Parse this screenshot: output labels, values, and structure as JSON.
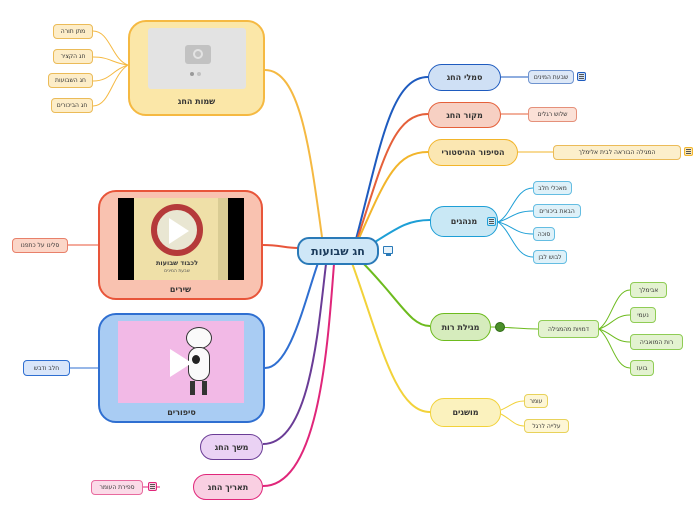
{
  "central": {
    "title": "חג שבועות"
  },
  "right_branches": [
    {
      "label": "סמלי החג",
      "children": [
        "שבעת המינים"
      ]
    },
    {
      "label": "מקור החג",
      "children": [
        "שלוש רגלים"
      ]
    },
    {
      "label": "הסיפור ההיסטורי",
      "children": [
        "המגילה הבוראה לבית אלימלך"
      ]
    },
    {
      "label": "מנהגים",
      "children": [
        "מאכלי חלב",
        "הבאת ביכורים",
        "סוכה",
        "לבוש לבן"
      ]
    },
    {
      "label": "מגילת רות",
      "middle": "דמויות מהמגילה",
      "children": [
        "אבימלך",
        "נעמי",
        "רות המואביה",
        "בועז"
      ]
    },
    {
      "label": "מושגים",
      "children": [
        "עומר",
        "עלייה לרגל"
      ]
    }
  ],
  "left_branches": [
    {
      "label": "שמות החג",
      "children": [
        "מתן תורה",
        "חג הקציר",
        "חג השבועות",
        "חג הביכורים"
      ]
    },
    {
      "label": "שירים",
      "children": [
        "סלינו על כתפנו"
      ]
    },
    {
      "label": "סיפורים",
      "children": [
        "חלב ודבש"
      ]
    },
    {
      "label": "משך החג",
      "children": []
    },
    {
      "label": "תאריך החג",
      "children": [
        "ספירת העומר"
      ]
    }
  ],
  "song_thumbnail": {
    "line1": "לכבוד שבועות",
    "line2": "שבעת המינים"
  },
  "colors": {
    "symbols": "#1e5bbf",
    "source": "#e5603a",
    "history": "#f2b52b",
    "customs": "#1e9fd6",
    "ruth": "#6dbb1e",
    "concepts": "#f2d23a",
    "names": "#f5b942",
    "songs": "#e8553a",
    "stories": "#2f6fd1",
    "duration": "#6a3c96",
    "date": "#e0267a",
    "central": "#2a7ab8"
  }
}
